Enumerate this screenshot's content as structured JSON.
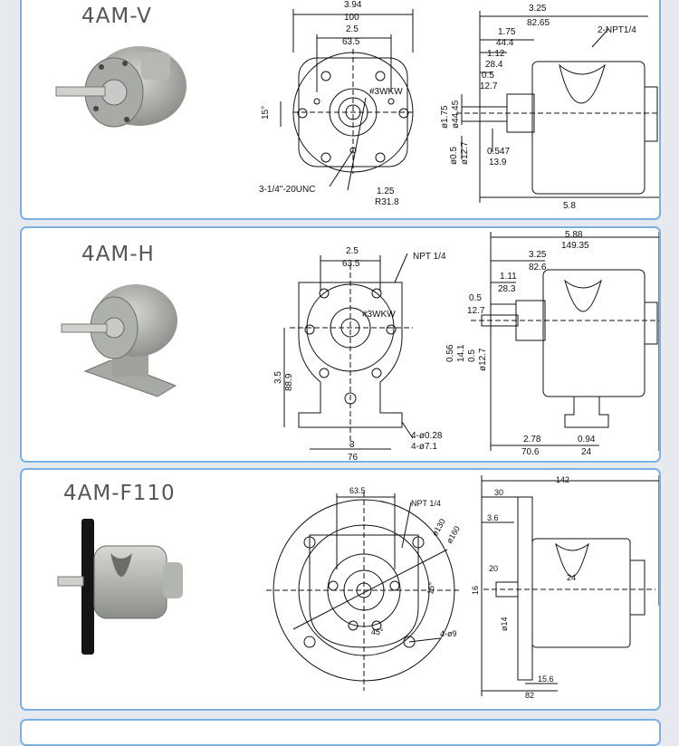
{
  "models": [
    {
      "name": "4AM-V",
      "front": {
        "width_in": "3.94",
        "width_mm": "100",
        "bolt_in": "2.5",
        "bolt_mm": "63.5",
        "angle": "15°",
        "key": "#3WKW",
        "port": "3-1/4\"-20UNC",
        "radius_in": "1.25",
        "radius_mm": "R31.8"
      },
      "side": {
        "d1_in": "3.25",
        "d1_mm": "82.65",
        "d2_in": "1.75",
        "d2_mm": "44.4",
        "d3_in": "1.12",
        "d3_mm": "28.4",
        "d4_in": "0.5",
        "d4_mm": "12.7",
        "npt": "2-NPT1/4",
        "dia_in": "ø1.75",
        "dia_mm": "ø44.45",
        "shaft_in": "ø0.5",
        "shaft_mm": "ø12.7",
        "key_in": "0.547",
        "key_mm": "13.9",
        "total": "5.8"
      }
    },
    {
      "name": "4AM-H",
      "front": {
        "bolt_in": "2.5",
        "bolt_mm": "63.5",
        "npt": "NPT 1/4",
        "key": "#3WKW",
        "height_in": "3.5",
        "height_mm": "88.9",
        "base_in": "3",
        "base_mm": "76",
        "holes_in": "4-ø0.28",
        "holes_mm": "4-ø7.1"
      },
      "side": {
        "total_in": "5.88",
        "total_mm": "149.35",
        "d1_in": "3.25",
        "d1_mm": "82.6",
        "d2_in": "1.11",
        "d2_mm": "28.3",
        "d3_in": "0.5",
        "d3_mm": "12.7",
        "h1_in": "0.56",
        "h1_mm": "14.1",
        "h2_in": "0.5",
        "h2_mm": "ø12.7",
        "foot_in": "2.78",
        "foot_mm": "70.6",
        "ft2_in": "0.94",
        "ft2_mm": "24"
      }
    },
    {
      "name": "4AM-F110",
      "front": {
        "bolt": "63.5",
        "npt": "NPT 1/4",
        "d130": "ø130",
        "d160": "ø160",
        "angle1": "15°",
        "angle2": "45°",
        "holes": "4-ø9"
      },
      "side": {
        "total": "142",
        "flange": "30",
        "f2": "3.6",
        "shaft": "20",
        "h16": "16",
        "dia14": "ø14",
        "f3": "15.6",
        "base": "82",
        "key": "24"
      }
    }
  ]
}
